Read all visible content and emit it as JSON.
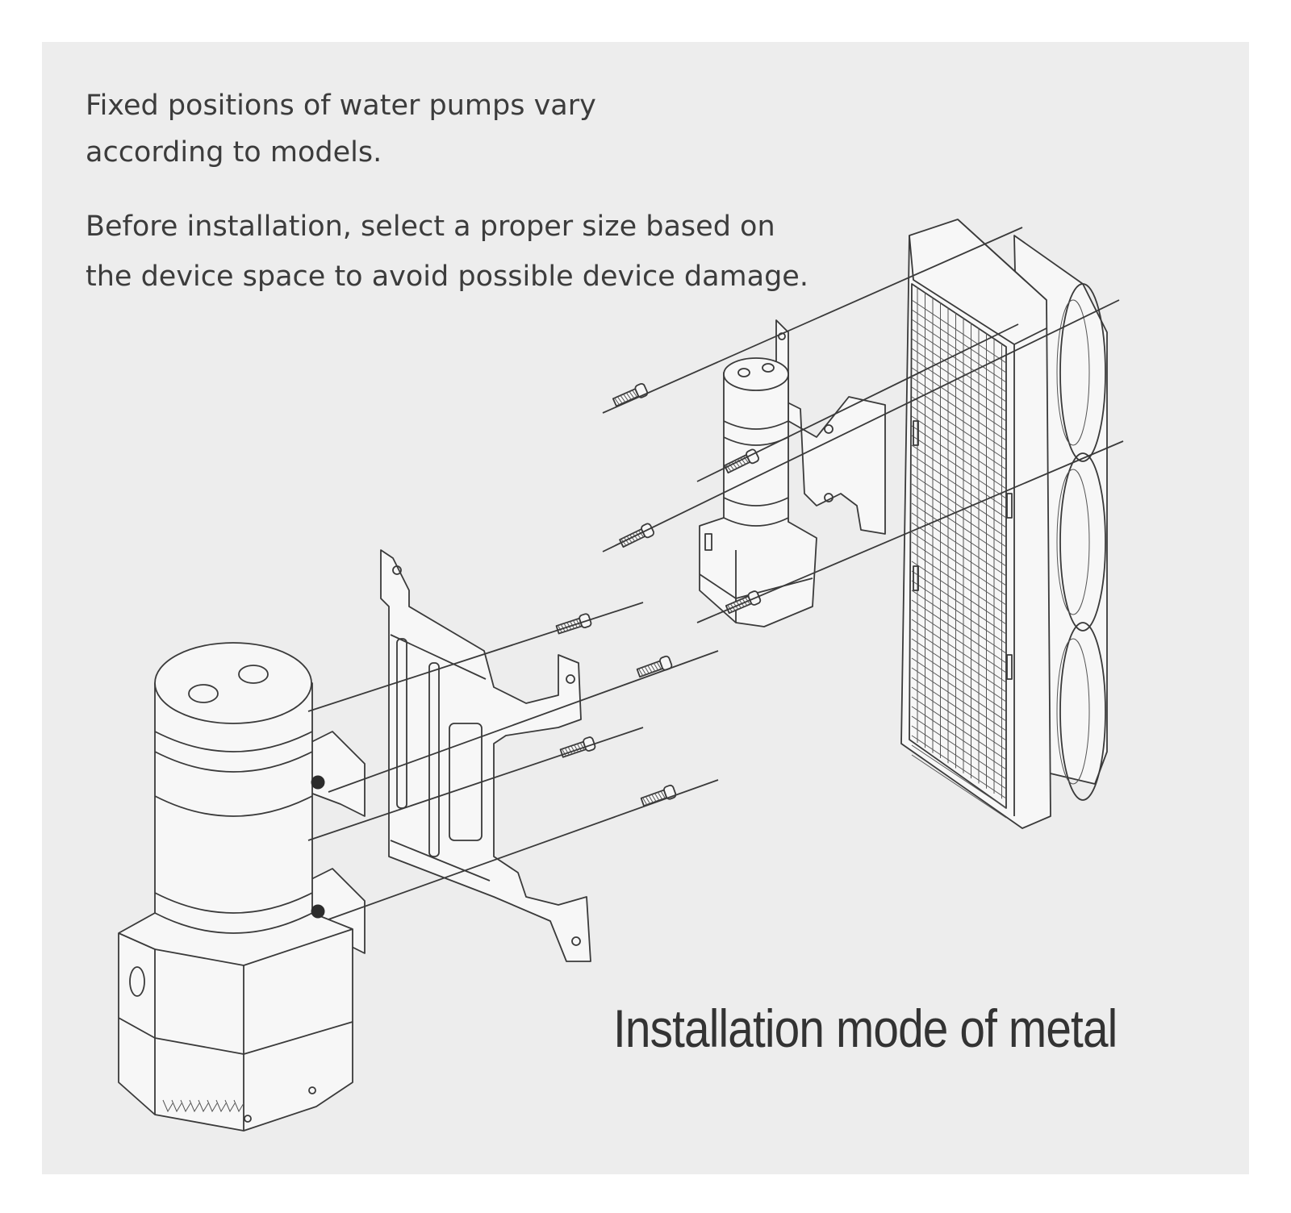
{
  "notes": {
    "line1": "Fixed positions of water pumps vary according to models.",
    "line2": "Before installation, select a proper size based on the device space to avoid possible device damage."
  },
  "caption": "Installation mode of metal",
  "colors": {
    "panel_background": "#ededed",
    "line": "#3a3a3a",
    "text": "#3c3c3c"
  }
}
